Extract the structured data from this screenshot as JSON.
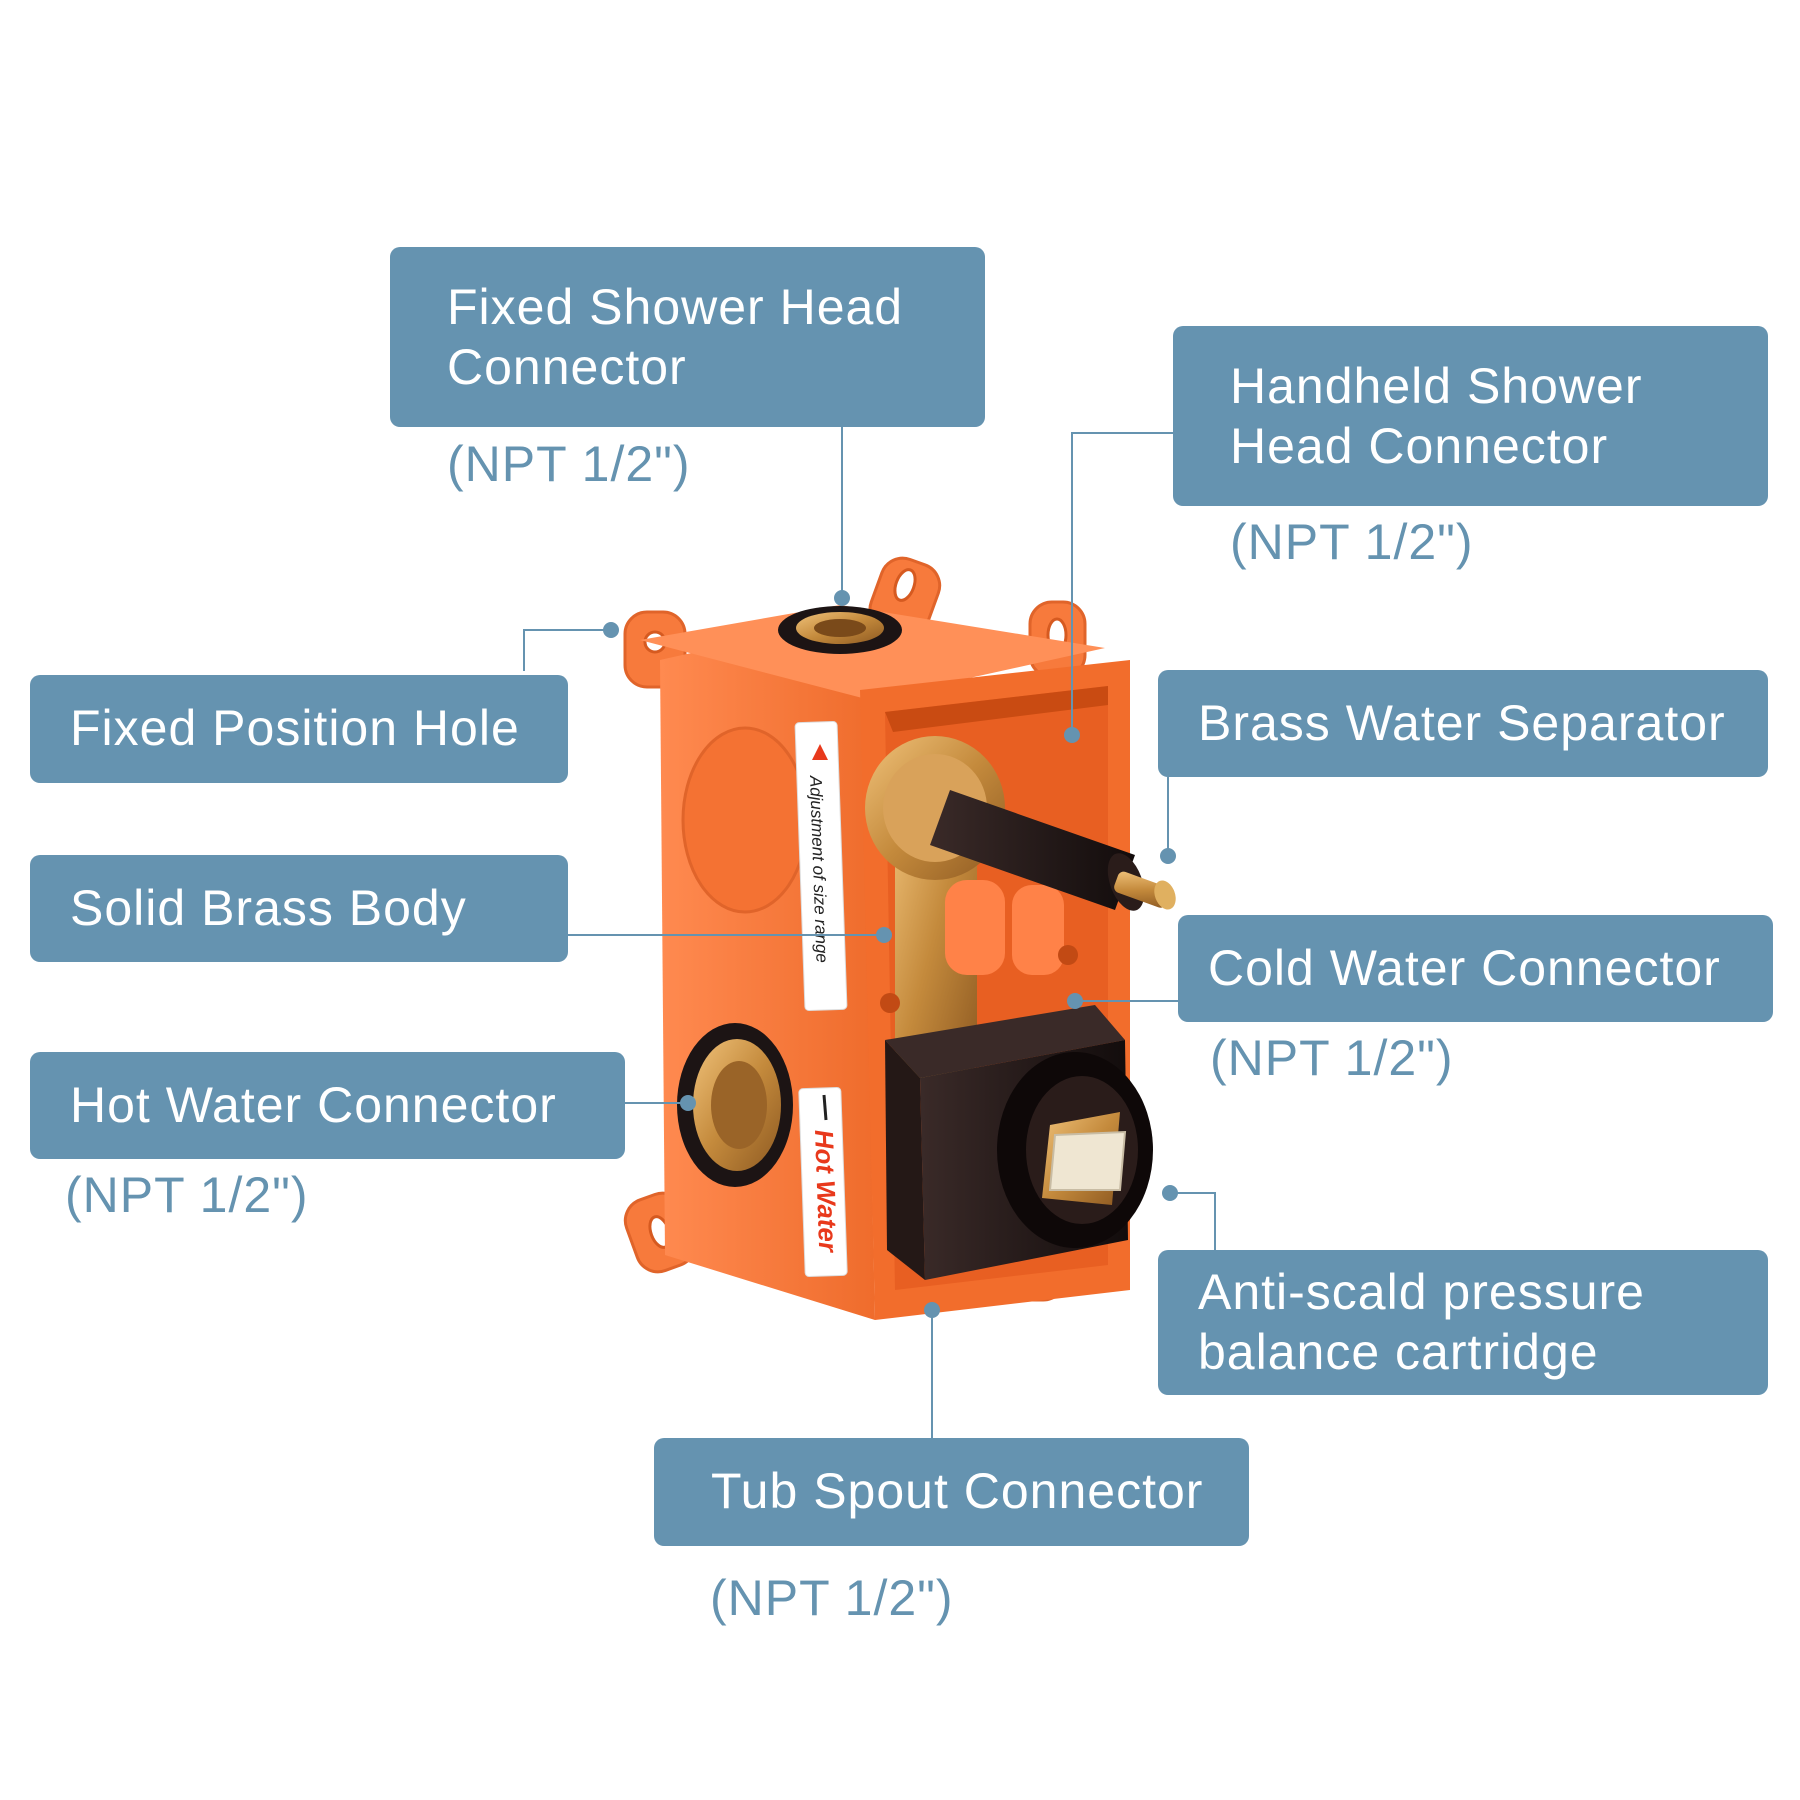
{
  "labels": {
    "fixed_shower_head": {
      "line1": "Fixed Shower Head",
      "line2": "Connector",
      "spec": "(NPT 1/2\")"
    },
    "handheld_shower_head": {
      "line1": "Handheld Shower",
      "line2": "Head Connector",
      "spec": "(NPT 1/2\")"
    },
    "fixed_position_hole": {
      "text": "Fixed Position Hole"
    },
    "brass_water_separator": {
      "text": "Brass Water Separator"
    },
    "solid_brass_body": {
      "text": "Solid Brass Body"
    },
    "cold_water_connector": {
      "text": "Cold Water Connector",
      "spec": "(NPT 1/2\")"
    },
    "hot_water_connector": {
      "text": "Hot Water Connector",
      "spec": "(NPT 1/2\")"
    },
    "anti_scald_cartridge": {
      "line1": "Anti-scald pressure",
      "line2": "balance cartridge"
    },
    "tub_spout_connector": {
      "text": "Tub Spout Connector",
      "spec": "(NPT 1/2\")"
    }
  },
  "valve_box": {
    "side_sticker_text": "Adjustment of size range",
    "hot_sticker_text": "Hot Water"
  },
  "colors": {
    "label_background": "#6593b0",
    "label_text": "#ffffff",
    "leader_line": "#6593b0",
    "box_orange": "#f77a3c",
    "brass": "#c8954a",
    "black_trim": "#1c1414"
  }
}
